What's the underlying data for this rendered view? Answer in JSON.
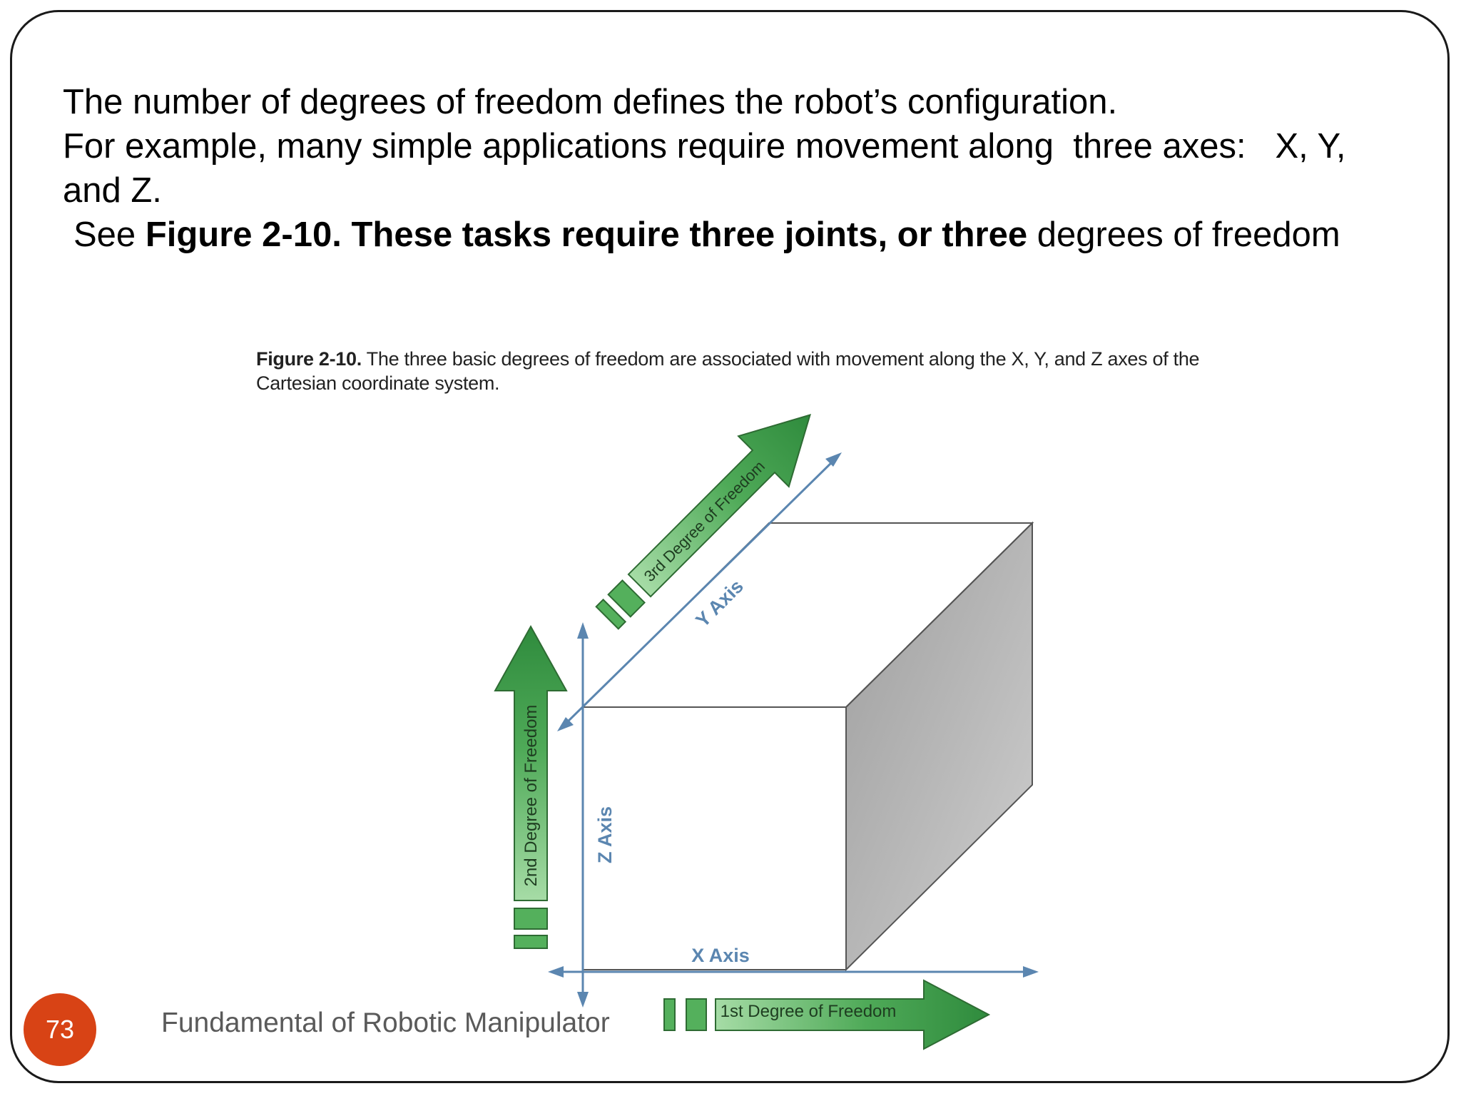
{
  "slide": {
    "body": {
      "line1": "The number of degrees of freedom defines the robot’s configuration.",
      "line2": "For example, many simple applications require movement along  three axes:   X, Y,",
      "line3": "and Z.",
      "line4_prefix": "See ",
      "line4_bold": "Figure 2-10. These tasks require three joints, or three",
      "line4_suffix": " degrees of freedom"
    },
    "figure": {
      "caption_bold": "Figure 2-10.",
      "caption_text": " The three basic degrees of freedom are associated with movement along the X, Y, and Z axes of the Cartesian coordinate system.",
      "labels": {
        "x_axis": "X Axis",
        "y_axis": "Y Axis",
        "z_axis": "Z Axis",
        "first_dof": "1st Degree of Freedom",
        "second_dof": "2nd Degree of Freedom",
        "third_dof": "3rd Degree of Freedom"
      },
      "colors": {
        "arrow_green": "#3c9a48",
        "arrow_light_green": "#8fd08f",
        "axis_blue": "#5b86b0",
        "cube_side_gray": "#bdbdbd"
      }
    },
    "footer": {
      "title": "Fundamental of Robotic Manipulator",
      "page_number": "73"
    }
  }
}
